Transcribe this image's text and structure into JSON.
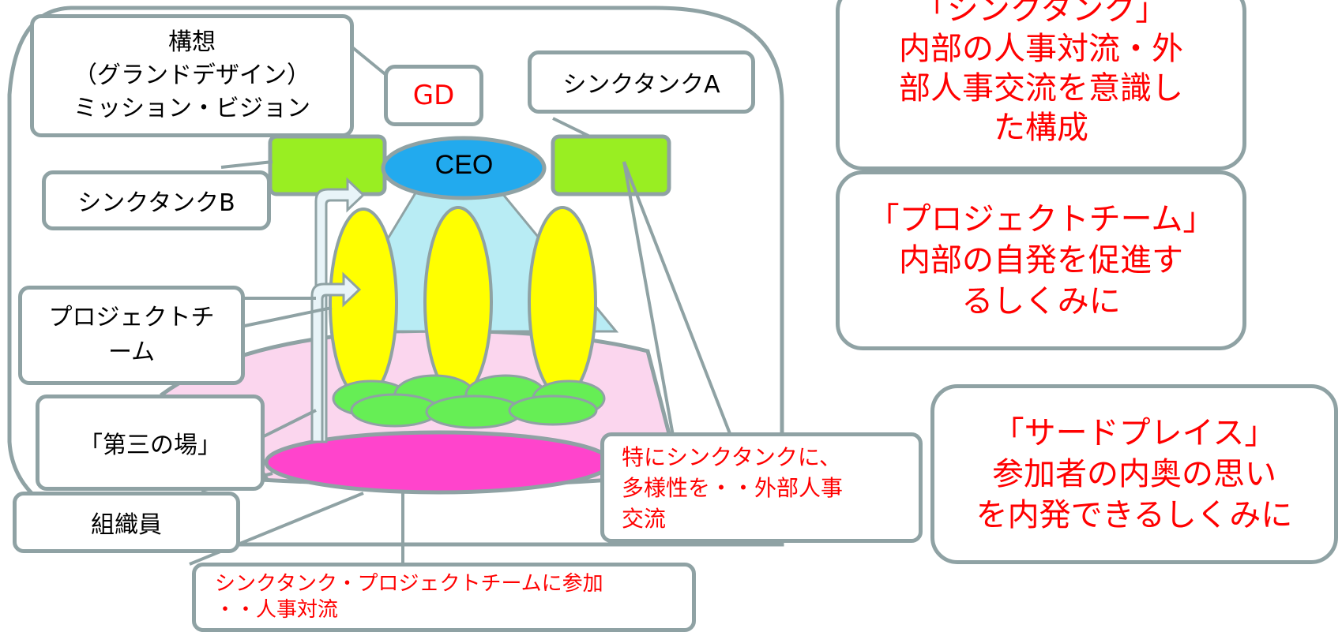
{
  "diagram": {
    "labels": {
      "vision": [
        "構想",
        "（グランドデザイン）",
        "ミッション・ビジョン"
      ],
      "gd": "GD",
      "ceo": "CEO",
      "think_tank_a": "シンクタンクA",
      "think_tank_b": "シンクタンクB",
      "project_team": [
        "プロジェクトチ",
        "ーム"
      ],
      "third_place": "「第三の場」",
      "members": "組織員"
    },
    "notes": {
      "exchange": [
        "特にシンクタンクに、",
        "多様性を・・外部人事",
        "交流"
      ],
      "participation": [
        "シンクタンク・プロジェクトチームに参加",
        "・・人事対流"
      ]
    }
  },
  "callouts": {
    "think_tank": [
      "「シンクタンク」",
      "内部の人事対流・外",
      "部人事交流を意識し",
      "た構成"
    ],
    "project_team": [
      "「プロジェクトチーム」",
      "内部の自発を促進す",
      "るしくみに"
    ],
    "third_place": [
      "「サードプレイス」",
      "参加者の内奥の思い",
      "を内発できるしくみに"
    ]
  },
  "colors": {
    "border": "#8fa2a4",
    "accent_red": "#ff0000",
    "ceo_blue": "#22aaee",
    "think_tank_green": "#99ee22",
    "project_yellow": "#ffff00",
    "cloud_green": "#66ee55",
    "members_magenta": "#ff44cc",
    "third_place_pink": "#fbd6ee",
    "cone_cyan": "#b8ecf4",
    "arrow_fill": "#e8f4f8"
  }
}
